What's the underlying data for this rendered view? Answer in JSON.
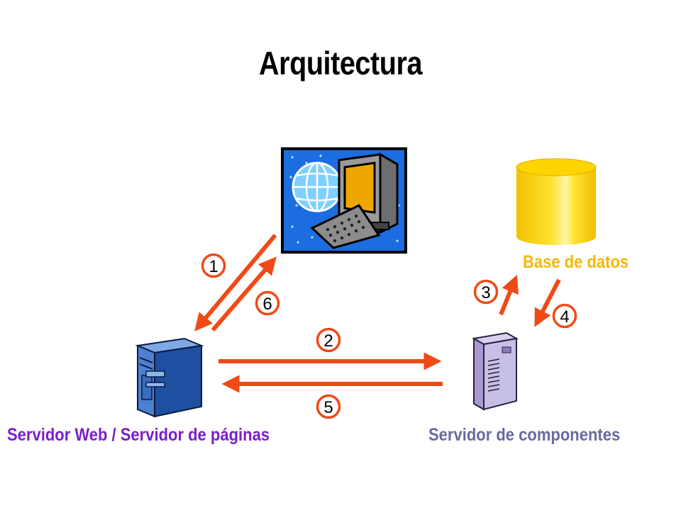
{
  "title": "Arquitectura",
  "labels": {
    "web_server": "Servidor Web / Servidor de páginas",
    "component_server": "Servidor de componentes",
    "database": "Base de datos"
  },
  "steps": [
    "1",
    "2",
    "3",
    "4",
    "5",
    "6"
  ],
  "icons": {
    "client": "client-computer-icon",
    "web_server": "web-server-tower-icon",
    "component_server": "component-server-icon",
    "database": "database-cylinder-icon"
  },
  "colors": {
    "arrow": "#f04a16",
    "web_label": "#7a1fc8",
    "component_label": "#6a6aa0",
    "database_label": "#f5b800",
    "database_fill": "#ffd400"
  }
}
